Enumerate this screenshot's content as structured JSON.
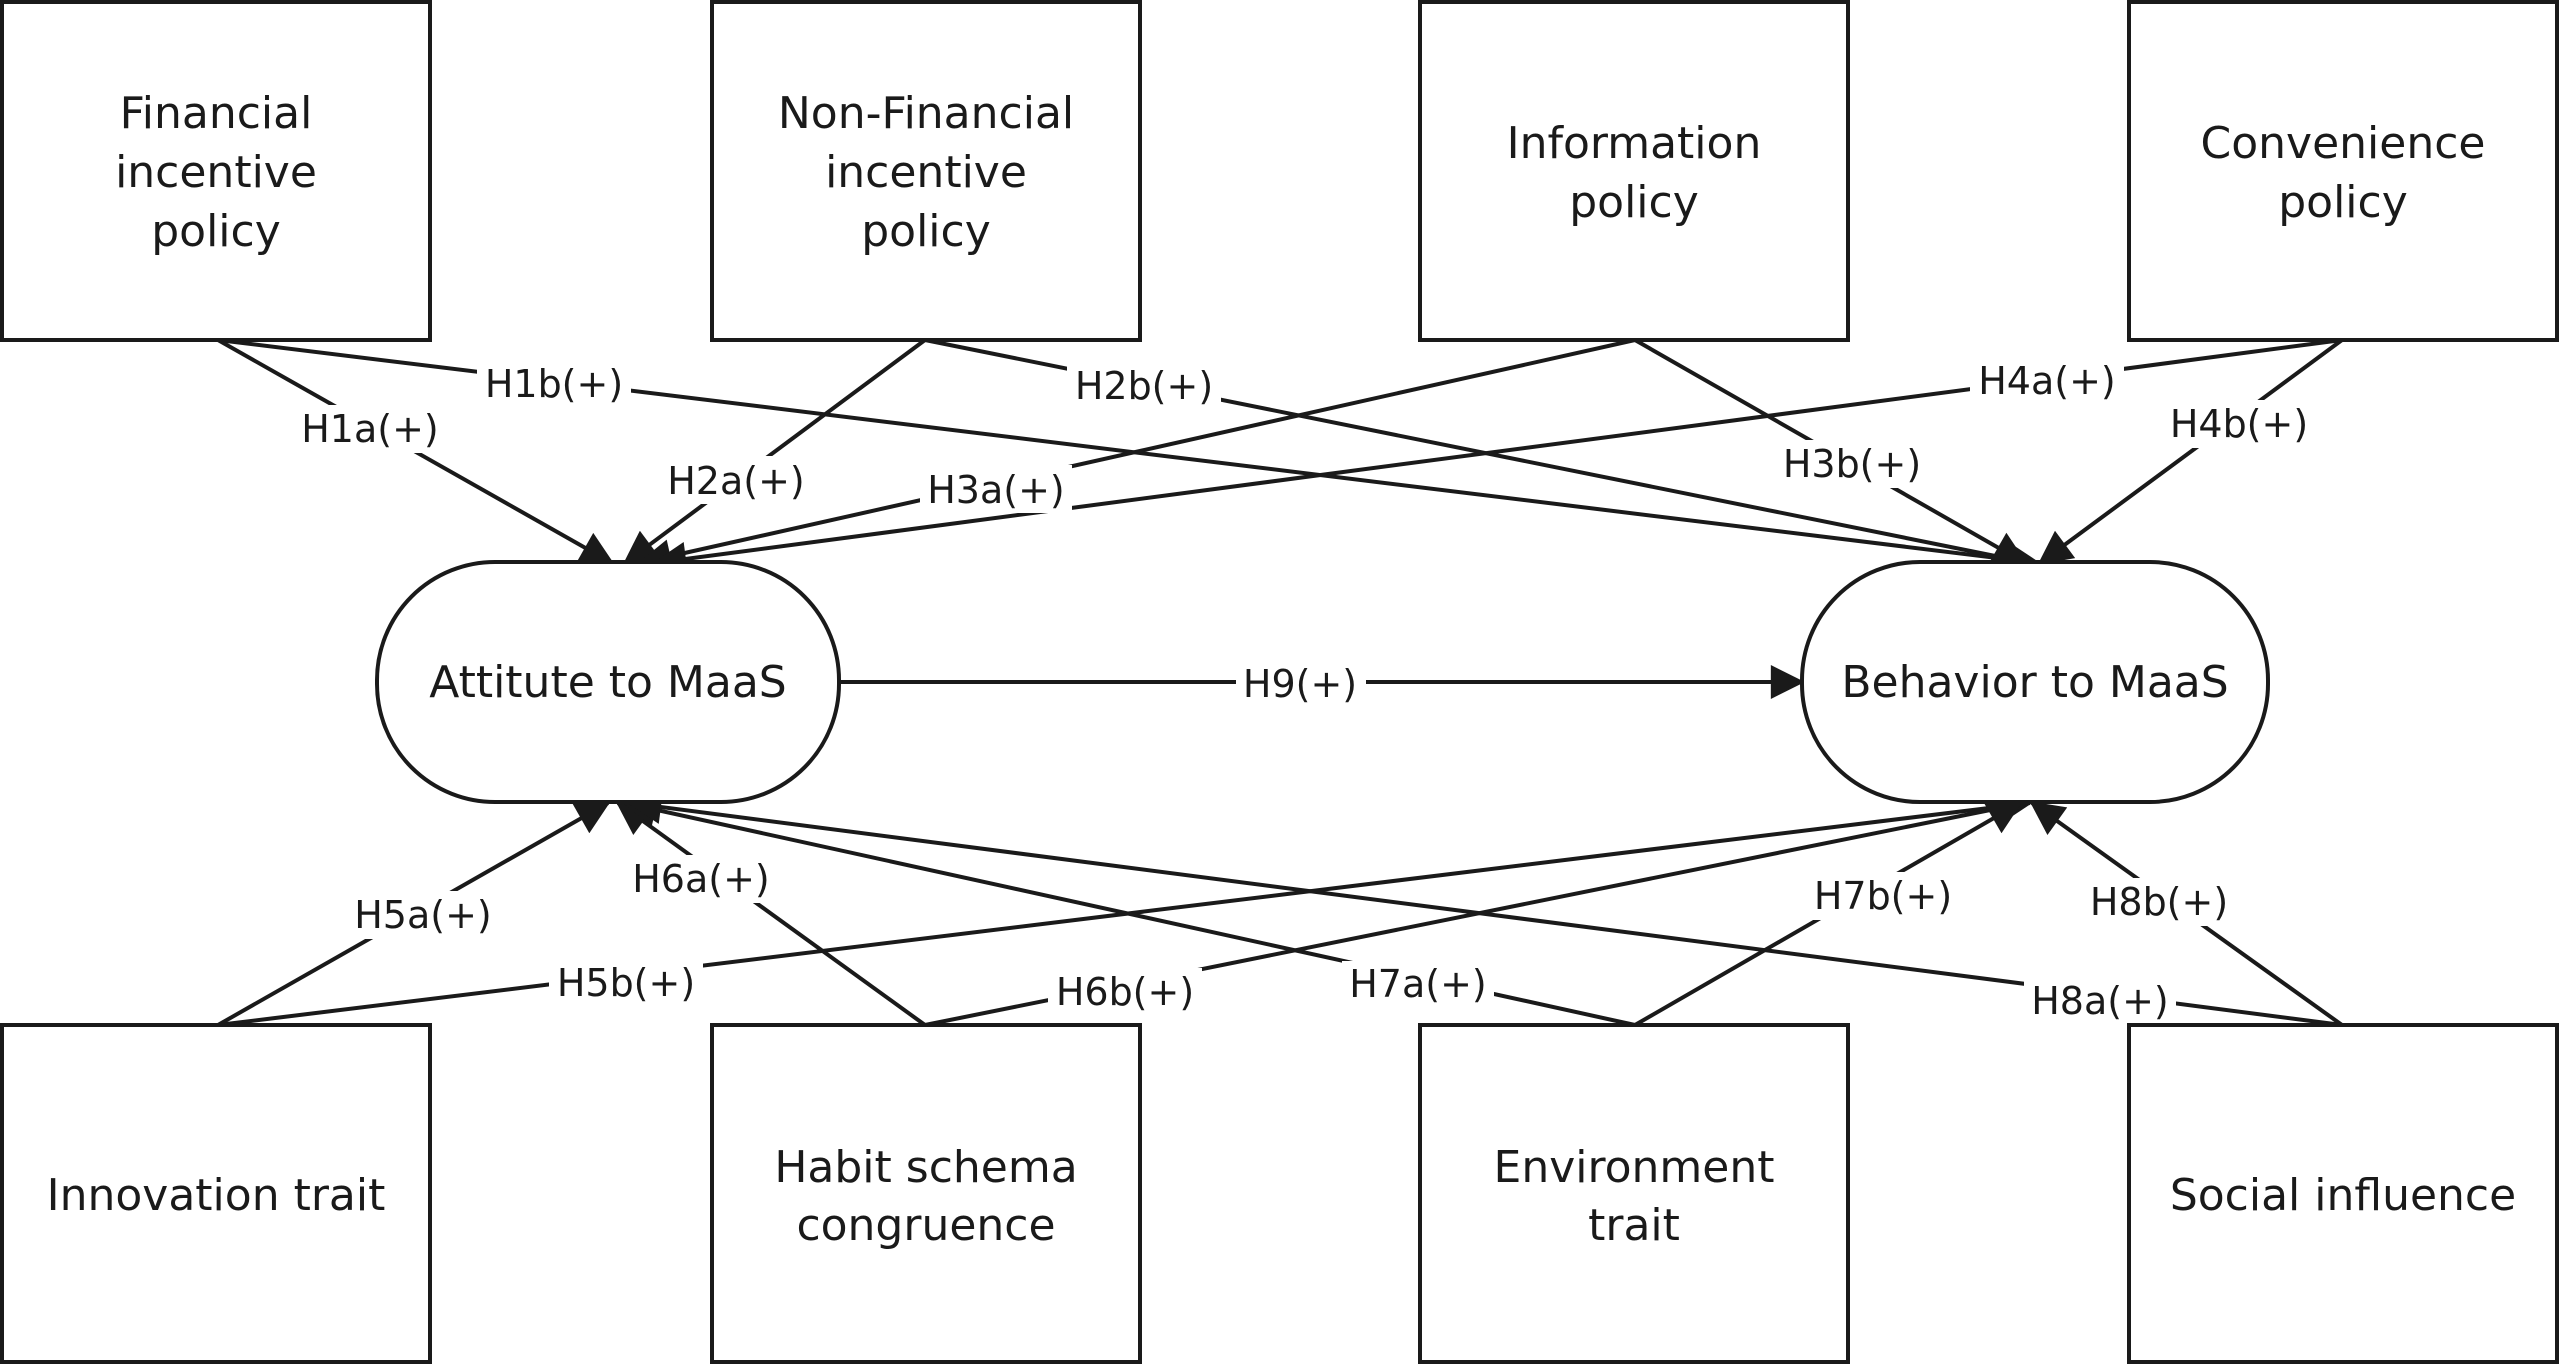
{
  "nodes": {
    "financial": {
      "lines": [
        "Financial",
        "incentive",
        "policy"
      ]
    },
    "nonfinancial": {
      "lines": [
        "Non-Financial",
        "incentive",
        "policy"
      ]
    },
    "information": {
      "lines": [
        "Information",
        "policy"
      ]
    },
    "convenience": {
      "lines": [
        "Convenience",
        "policy"
      ]
    },
    "attitude": {
      "lines": [
        "Attitute to MaaS"
      ]
    },
    "behavior": {
      "lines": [
        "Behavior to MaaS"
      ]
    },
    "innovation": {
      "lines": [
        "Innovation trait"
      ]
    },
    "habit": {
      "lines": [
        "Habit schema",
        "congruence"
      ]
    },
    "environment": {
      "lines": [
        "Environment",
        "trait"
      ]
    },
    "social": {
      "lines": [
        "Social influence"
      ]
    }
  },
  "edges": [
    {
      "id": "h1a",
      "from": "financial",
      "to": "attitude",
      "label": "H1a(+)"
    },
    {
      "id": "h1b",
      "from": "financial",
      "to": "behavior",
      "label": "H1b(+)"
    },
    {
      "id": "h2a",
      "from": "nonfinancial",
      "to": "attitude",
      "label": "H2a(+)"
    },
    {
      "id": "h2b",
      "from": "nonfinancial",
      "to": "behavior",
      "label": "H2b(+)"
    },
    {
      "id": "h3a",
      "from": "information",
      "to": "attitude",
      "label": "H3a(+)"
    },
    {
      "id": "h3b",
      "from": "information",
      "to": "behavior",
      "label": "H3b(+)"
    },
    {
      "id": "h4a",
      "from": "convenience",
      "to": "attitude",
      "label": "H4a(+)"
    },
    {
      "id": "h4b",
      "from": "convenience",
      "to": "behavior",
      "label": "H4b(+)"
    },
    {
      "id": "h5a",
      "from": "innovation",
      "to": "attitude",
      "label": "H5a(+)"
    },
    {
      "id": "h5b",
      "from": "innovation",
      "to": "behavior",
      "label": "H5b(+)"
    },
    {
      "id": "h6a",
      "from": "habit",
      "to": "attitude",
      "label": "H6a(+)"
    },
    {
      "id": "h6b",
      "from": "habit",
      "to": "behavior",
      "label": "H6b(+)"
    },
    {
      "id": "h7a",
      "from": "environment",
      "to": "attitude",
      "label": "H7a(+)"
    },
    {
      "id": "h7b",
      "from": "environment",
      "to": "behavior",
      "label": "H7b(+)"
    },
    {
      "id": "h8a",
      "from": "social",
      "to": "attitude",
      "label": "H8a(+)"
    },
    {
      "id": "h8b",
      "from": "social",
      "to": "behavior",
      "label": "H8b(+)"
    },
    {
      "id": "h9",
      "from": "attitude",
      "to": "behavior",
      "label": "H9(+)"
    }
  ]
}
